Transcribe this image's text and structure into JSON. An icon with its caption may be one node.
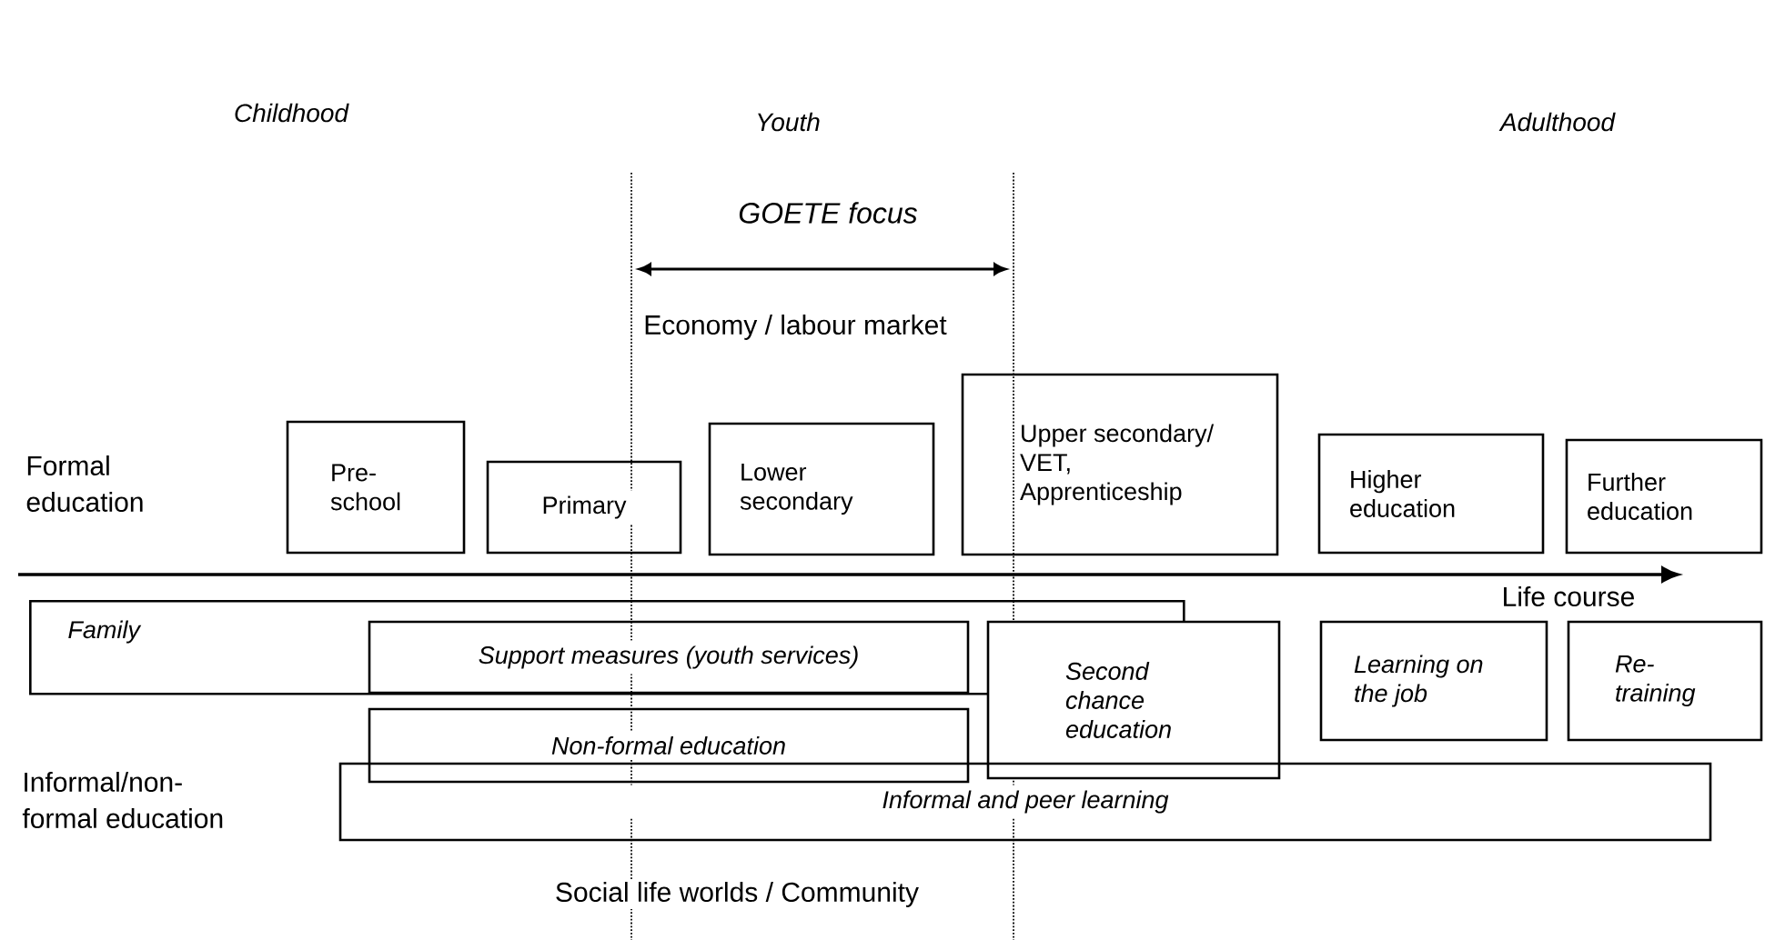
{
  "diagram": {
    "nodes": [
      {
        "text": [
          "Pre- school"
        ]
      },
      {
        "text": [
          "Primary"
        ]
      },
      {
        "text": [
          "Lower secondary"
        ]
      },
      {
        "text": [
          "Upper secondary/ VET, Apprenticeship"
        ]
      },
      {
        "text": [
          "Higher education"
        ]
      },
      {
        "text": [
          "Further education"
        ]
      },
      {
        "text": [
          "Family"
        ]
      },
      {
        "text": [
          "Support measures (youth services)"
        ],
        "in": 6
      },
      {
        "text": [
          "Second chance education"
        ]
      },
      {
        "text": [
          "Learning on the job"
        ]
      },
      {
        "text": [
          "Re- training"
        ]
      },
      {
        "text": [
          "Non-formal education"
        ]
      },
      {
        "text": [
          "Informal and peer learning"
        ]
      }
    ],
    "labels": [
      "Childhood",
      "Youth",
      "Adulthood",
      "GOETE focus",
      "Economy / labour market",
      "Formal education",
      "Life course",
      "Informal/non- formal education",
      "Social life worlds / Community"
    ]
  }
}
